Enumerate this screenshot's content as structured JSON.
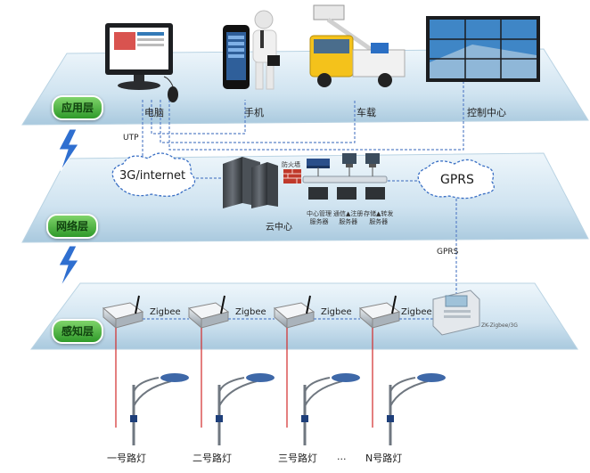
{
  "layers": {
    "app": "应用层",
    "network": "网络层",
    "sense": "感知层"
  },
  "devices": {
    "pc": "电脑",
    "phone": "手机",
    "vehicle": "车载",
    "control": "控制中心"
  },
  "network": {
    "utp": "UTP",
    "internet": "3G/internet",
    "gprs_cloud": "GPRS",
    "firewall": "防火墙",
    "cloud_center": "云中心",
    "servers": [
      {
        "line1": "中心管理",
        "line2": "服务器"
      },
      {
        "line1": "通信▲注册",
        "line2": "服务器"
      },
      {
        "line1": "存储▲转发",
        "line2": "服务器"
      }
    ],
    "gprs_link": "GPRS"
  },
  "sense": {
    "zigbee": [
      "Zigbee",
      "Zigbee",
      "Zigbee",
      "Zigbee"
    ],
    "gateway": "ZK-Zigbee/3G"
  },
  "lamps": [
    "一号路灯",
    "二号路灯",
    "三号路灯",
    "N号路灯"
  ],
  "ellipsis": "...",
  "colors": {
    "badge": "#3fa536",
    "dashed_link": "#5a82c8",
    "power_line": "#d12a2a",
    "cloud_stroke": "#3a6fc4"
  }
}
